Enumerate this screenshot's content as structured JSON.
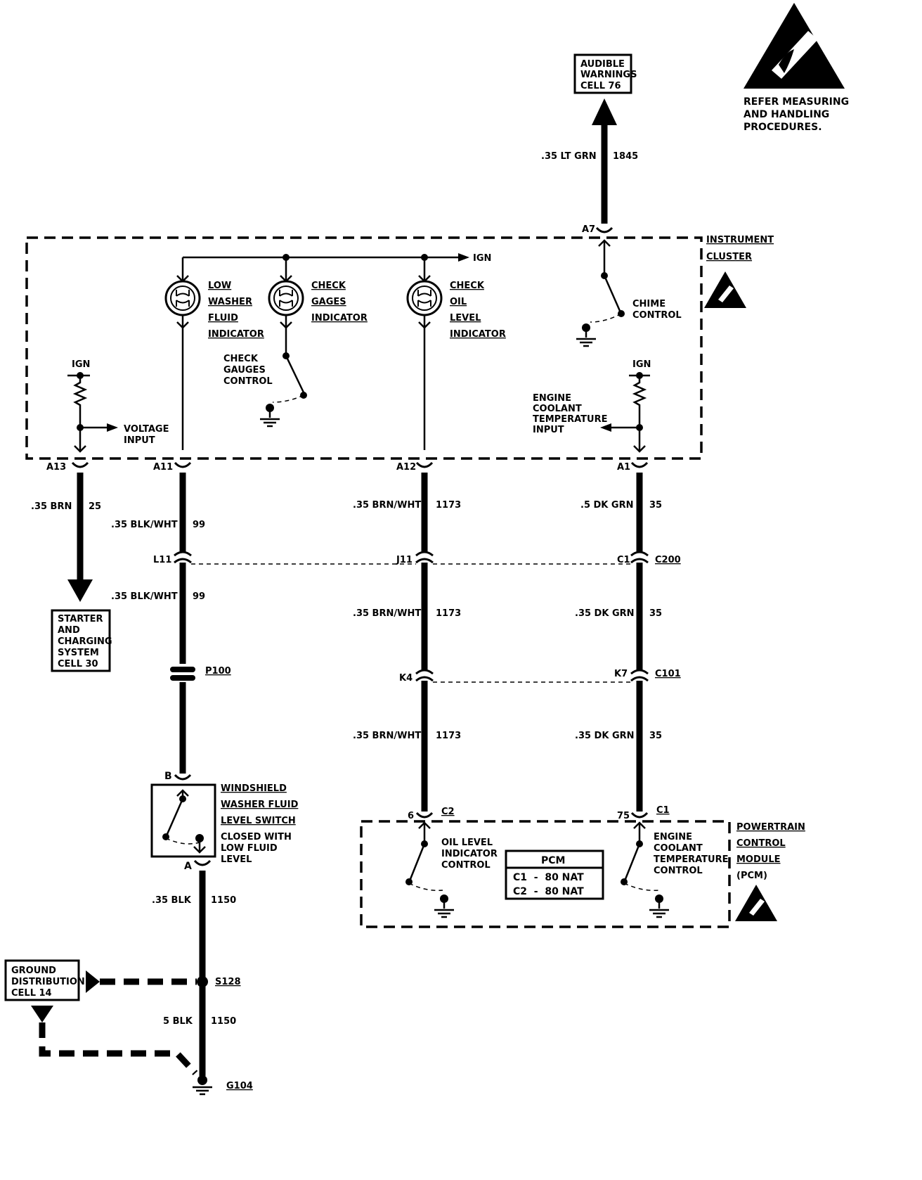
{
  "esd_notice": "REFER MEASURING AND HANDLING PROCEDURES.",
  "references": {
    "audible": [
      "AUDIBLE",
      "WARNINGS",
      "CELL 76"
    ],
    "starter": [
      "STARTER",
      "AND",
      "CHARGING",
      "SYSTEM",
      "CELL 30"
    ],
    "ground": [
      "GROUND",
      "DISTRIBUTION",
      "CELL 14"
    ]
  },
  "modules": {
    "cluster": [
      "INSTRUMENT",
      "CLUSTER"
    ],
    "pcm": [
      "POWERTRAIN",
      "CONTROL",
      "MODULE",
      "(PCM)"
    ],
    "pcm_table_title": "PCM",
    "pcm_table_rows": [
      "C1  -  80 NAT",
      "C2  -  80 NAT"
    ]
  },
  "components": {
    "low_washer": [
      "LOW",
      "WASHER",
      "FLUID",
      "INDICATOR"
    ],
    "check_gages": [
      "CHECK",
      "GAGES",
      "INDICATOR"
    ],
    "check_oil": [
      "CHECK",
      "OIL",
      "LEVEL",
      "INDICATOR"
    ],
    "chime": [
      "CHIME",
      "CONTROL"
    ],
    "check_gauges_control": [
      "CHECK",
      "GAUGES",
      "CONTROL"
    ],
    "voltage_input": [
      "VOLTAGE",
      "INPUT"
    ],
    "ect_input": [
      "ENGINE",
      "COOLANT",
      "TEMPERATURE",
      "INPUT"
    ],
    "washer_switch": [
      "WINDSHIELD",
      "WASHER FLUID",
      "LEVEL SWITCH"
    ],
    "washer_switch_note": [
      "CLOSED WITH",
      "LOW FLUID",
      "LEVEL"
    ],
    "oil_control": [
      "OIL LEVEL",
      "INDICATOR",
      "CONTROL"
    ],
    "ect_control": [
      "ENGINE",
      "COOLANT",
      "TEMPERATURE",
      "CONTROL"
    ],
    "ign": "IGN"
  },
  "wires": {
    "w1845": {
      "color": ".35 LT GRN",
      "circuit": "1845"
    },
    "w25": {
      "color": ".35 BRN",
      "circuit": "25"
    },
    "w99a": {
      "color": ".35 BLK/WHT",
      "circuit": "99"
    },
    "w99b": {
      "color": ".35 BLK/WHT",
      "circuit": "99"
    },
    "w1173a": {
      "color": ".35 BRN/WHT",
      "circuit": "1173"
    },
    "w1173b": {
      "color": ".35 BRN/WHT",
      "circuit": "1173"
    },
    "w1173c": {
      "color": ".35 BRN/WHT",
      "circuit": "1173"
    },
    "w35a": {
      "color": ".5 DK GRN",
      "circuit": "35"
    },
    "w35b": {
      "color": ".35 DK GRN",
      "circuit": "35"
    },
    "w35c": {
      "color": ".35 DK GRN",
      "circuit": "35"
    },
    "w1150a": {
      "color": ".35 BLK",
      "circuit": "1150"
    },
    "w1150b": {
      "color": "5 BLK",
      "circuit": "1150"
    }
  },
  "pins": {
    "a7": "A7",
    "a13": "A13",
    "a11": "A11",
    "a12": "A12",
    "a1": "A1",
    "l11": "L11",
    "j11": "J11",
    "c1_c200": "C1",
    "c200": "C200",
    "k4": "K4",
    "k7": "K7",
    "c101": "C101",
    "p100": "P100",
    "b": "B",
    "a": "A",
    "pin6": "6",
    "c2": "C2",
    "pin75": "75",
    "c1_pcm": "C1",
    "s128": "S128",
    "g104": "G104"
  }
}
